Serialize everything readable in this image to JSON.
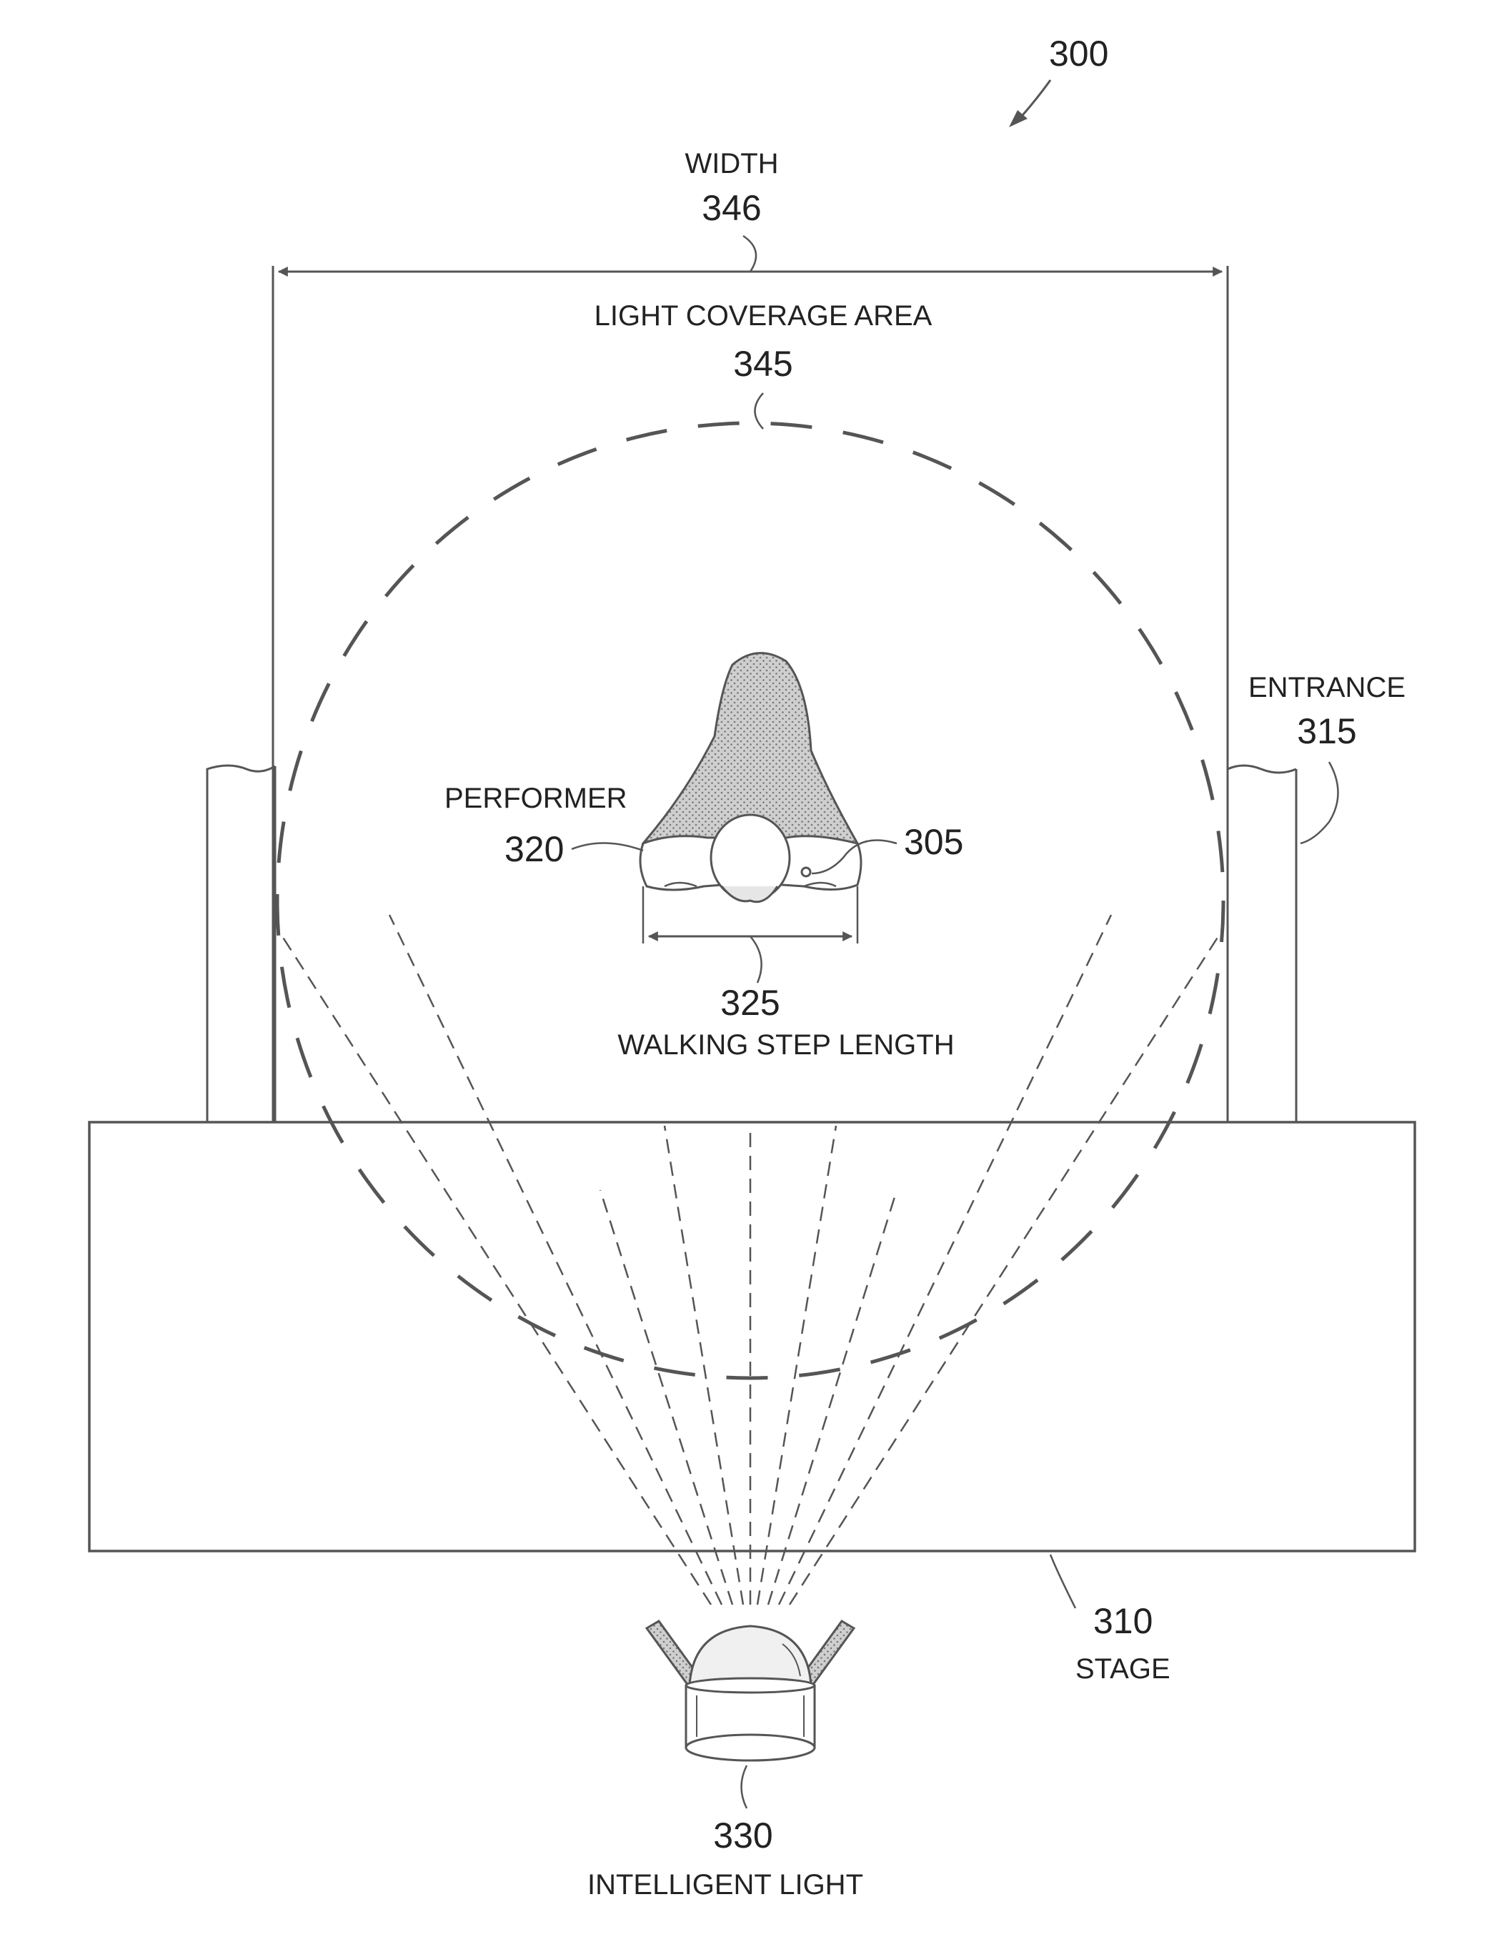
{
  "figure": {
    "ref_number": "300",
    "width_label": "WIDTH",
    "width_ref": "346",
    "coverage_label": "LIGHT COVERAGE AREA",
    "coverage_ref": "345",
    "entrance_label": "ENTRANCE",
    "entrance_ref": "315",
    "performer_label": "PERFORMER",
    "performer_ref": "320",
    "device_ref": "305",
    "step_ref": "325",
    "step_label": "WALKING STEP LENGTH",
    "stage_ref": "310",
    "stage_label": "STAGE",
    "light_ref": "330",
    "light_label": "INTELLIGENT LIGHT"
  }
}
